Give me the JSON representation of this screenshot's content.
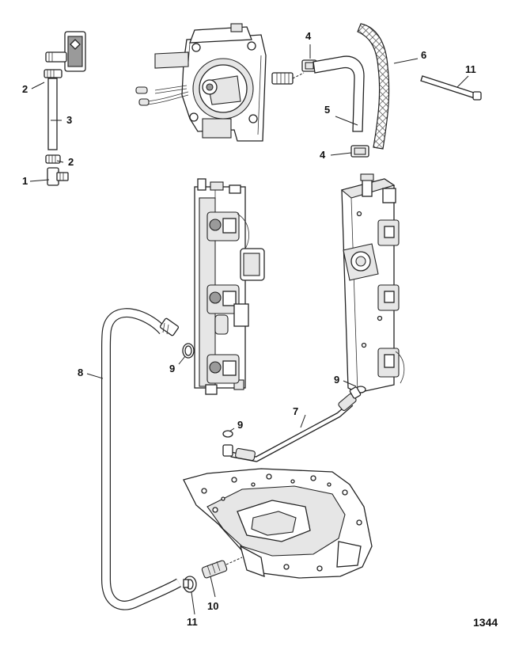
{
  "diagram": {
    "figure_number": "1344",
    "callouts": {
      "c1": "1",
      "c2a": "2",
      "c2b": "2",
      "c3": "3",
      "c4a": "4",
      "c4b": "4",
      "c5": "5",
      "c6": "6",
      "c7": "7",
      "c8": "8",
      "c9a": "9",
      "c9b": "9",
      "c9c": "9",
      "c10": "10",
      "c11a": "11",
      "c11b": "11"
    }
  },
  "colors": {
    "line": "#222222",
    "part_fill": "#ffffff",
    "shade": "#e6e6e6",
    "dark": "#9a9a9a"
  }
}
